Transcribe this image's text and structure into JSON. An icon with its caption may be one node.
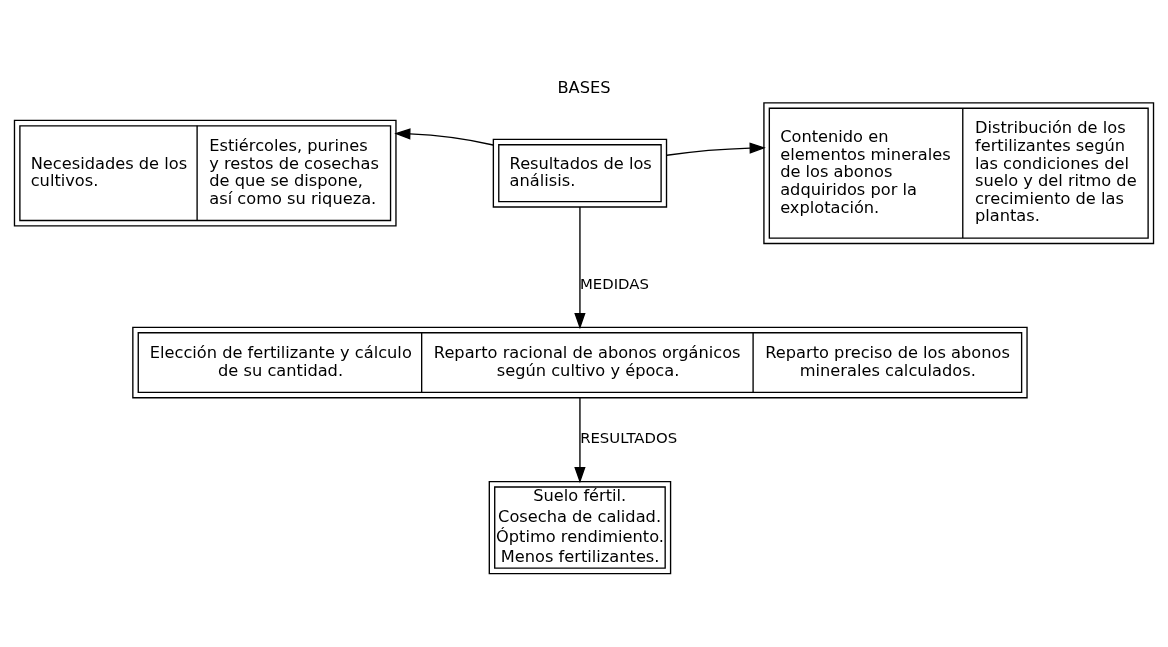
{
  "diagram": {
    "title": "BASES",
    "nodes": [
      {
        "text": [
          "Necesidades de los cultivos.",
          "Estiércoles, purines y restos de cosechas de que se dispone, así como su riqueza."
        ]
      },
      {
        "text": [
          "Resultados de los análisis."
        ]
      },
      {
        "text": [
          "Contenido en elementos minerales de los abonos adquiridos por la explotación.",
          "Distribución de los fertilizantes según las condiciones del suelo y del ritmo de crecimiento de las plantas."
        ]
      },
      {
        "text": [
          "Elección de fertilizante y cálculo de su cantidad.",
          "Reparto racional de abonos orgánicos según cultivo y época.",
          "Reparto preciso de los abonos minerales calculados."
        ]
      },
      {
        "text": [
          "Suelo fértil.",
          "Cosecha de calidad.",
          "Óptimo rendimiento.",
          "Menos fertilizantes."
        ]
      }
    ],
    "edges": [
      {
        "from": 1,
        "to": 0,
        "arrow": "to"
      },
      {
        "from": 1,
        "to": 2,
        "arrow": "to"
      },
      {
        "from": 1,
        "to": 3,
        "arrow": "to",
        "label": "MEDIDAS"
      },
      {
        "from": 3,
        "to": 4,
        "arrow": "to",
        "label": "RESULTADOS"
      }
    ]
  }
}
